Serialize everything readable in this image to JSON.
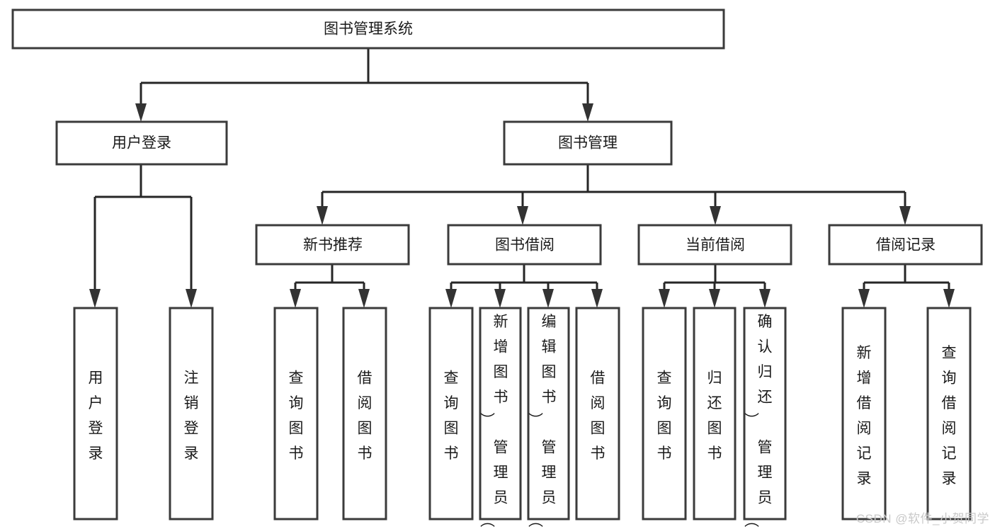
{
  "diagram": {
    "type": "tree-hierarchy",
    "title": "图书管理系统",
    "watermark": "CSDN @软件_小贺同学",
    "levels": {
      "root": {
        "label": "图书管理系统"
      },
      "level1": [
        {
          "id": "user-login",
          "label": "用户登录"
        },
        {
          "id": "book-management",
          "label": "图书管理"
        }
      ],
      "level2": [
        {
          "id": "new-book-recommend",
          "label": "新书推荐",
          "parent": "book-management"
        },
        {
          "id": "book-borrow",
          "label": "图书借阅",
          "parent": "book-management"
        },
        {
          "id": "current-borrow",
          "label": "当前借阅",
          "parent": "book-management"
        },
        {
          "id": "borrow-record",
          "label": "借阅记录",
          "parent": "book-management"
        }
      ],
      "leaves": {
        "user-login": [
          {
            "id": "leaf-user-login",
            "label": "用户登录"
          },
          {
            "id": "leaf-logout",
            "label": "注销登录"
          }
        ],
        "new-book-recommend": [
          {
            "id": "leaf-query-book-1",
            "label": "查询图书"
          },
          {
            "id": "leaf-borrow-book-1",
            "label": "借阅图书"
          }
        ],
        "book-borrow": [
          {
            "id": "leaf-query-book-2",
            "label": "查询图书"
          },
          {
            "id": "leaf-add-book",
            "label": "新增图书（管理员）"
          },
          {
            "id": "leaf-edit-book",
            "label": "编辑图书（管理员）"
          },
          {
            "id": "leaf-borrow-book-2",
            "label": "借阅图书"
          }
        ],
        "current-borrow": [
          {
            "id": "leaf-query-book-3",
            "label": "查询图书"
          },
          {
            "id": "leaf-return-book",
            "label": "归还图书"
          },
          {
            "id": "leaf-confirm-return",
            "label": "确认归还（管理员）"
          }
        ],
        "borrow-record": [
          {
            "id": "leaf-add-record",
            "label": "新增借阅记录"
          },
          {
            "id": "leaf-query-record",
            "label": "查询借阅记录"
          }
        ]
      }
    },
    "colors": {
      "box_fill": "#ffffff",
      "box_stroke": "#3b3b3b",
      "connector": "#262626",
      "text": "#1a1a1a",
      "watermark": "#c9c9c9",
      "background": "#ffffff"
    }
  }
}
